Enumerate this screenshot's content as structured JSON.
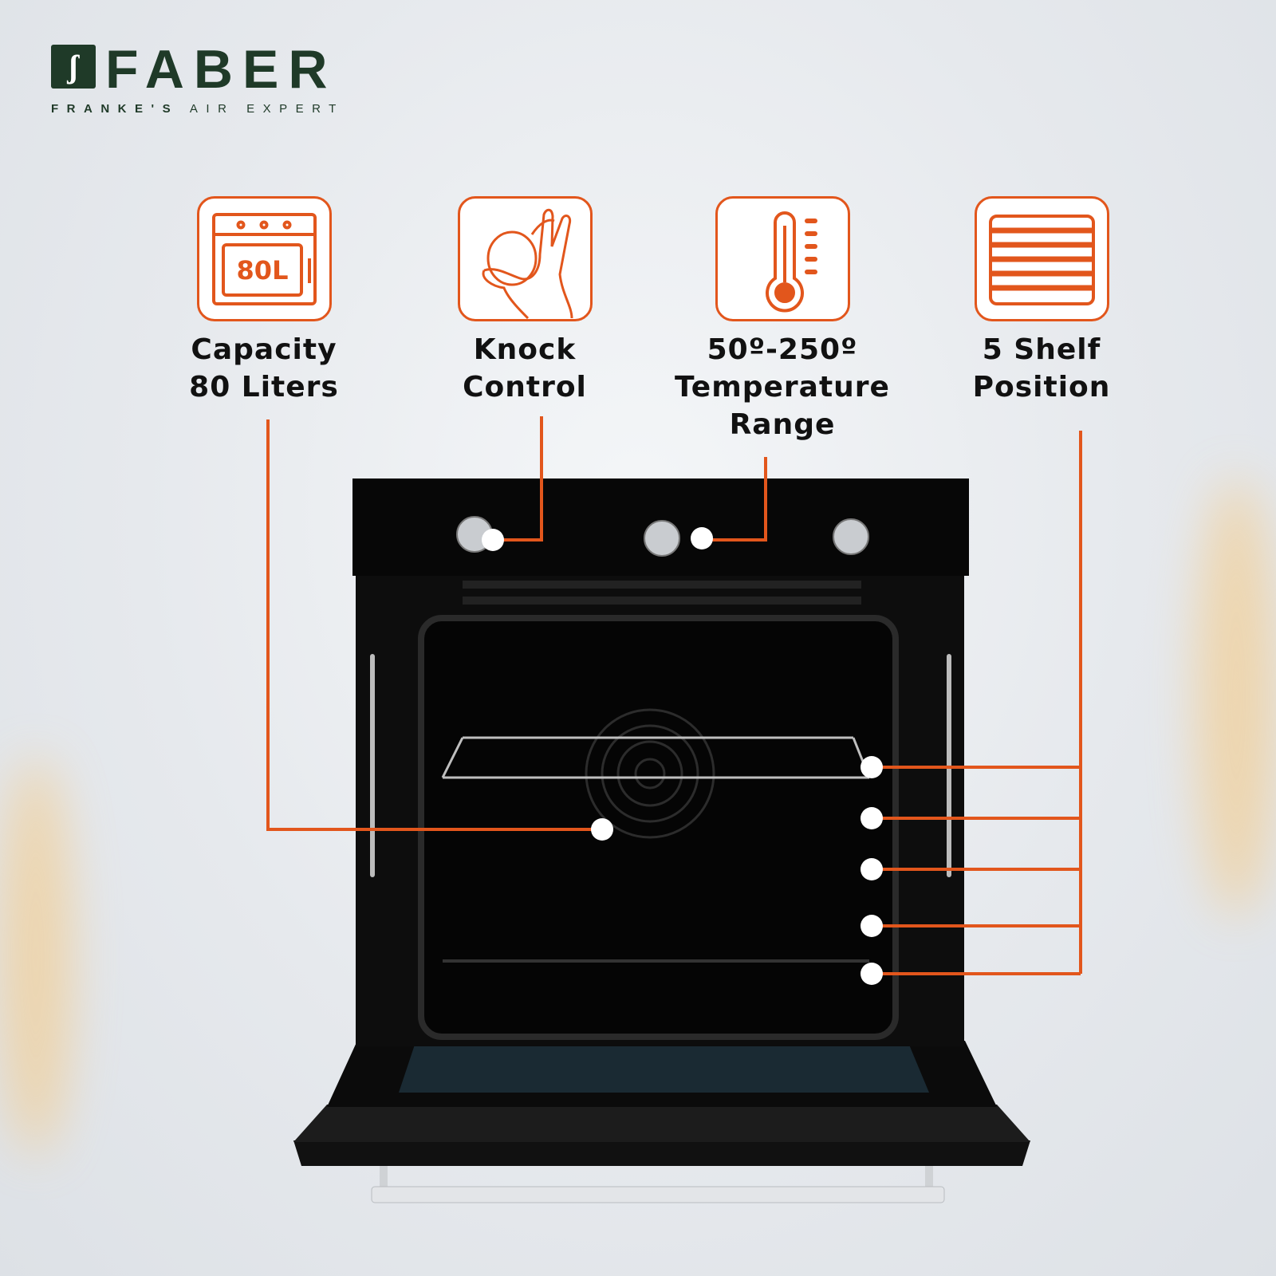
{
  "brand": {
    "name": "FABER",
    "tagline_bold": "FRANKE'S",
    "tagline_light": "AIR EXPERT"
  },
  "accent_color": "#e2561c",
  "features": [
    {
      "icon": "oven-capacity-icon",
      "icon_text": "80L",
      "line1": "Capacity",
      "line2": "80 Liters",
      "line3": ""
    },
    {
      "icon": "hand-knob-icon",
      "line1": "Knock",
      "line2": "Control",
      "line3": ""
    },
    {
      "icon": "thermometer-icon",
      "line1": "50º-250º",
      "line2": "Temperature",
      "line3": "Range"
    },
    {
      "icon": "shelf-icon",
      "line1": "5 Shelf",
      "line2": "Position",
      "line3": ""
    }
  ]
}
